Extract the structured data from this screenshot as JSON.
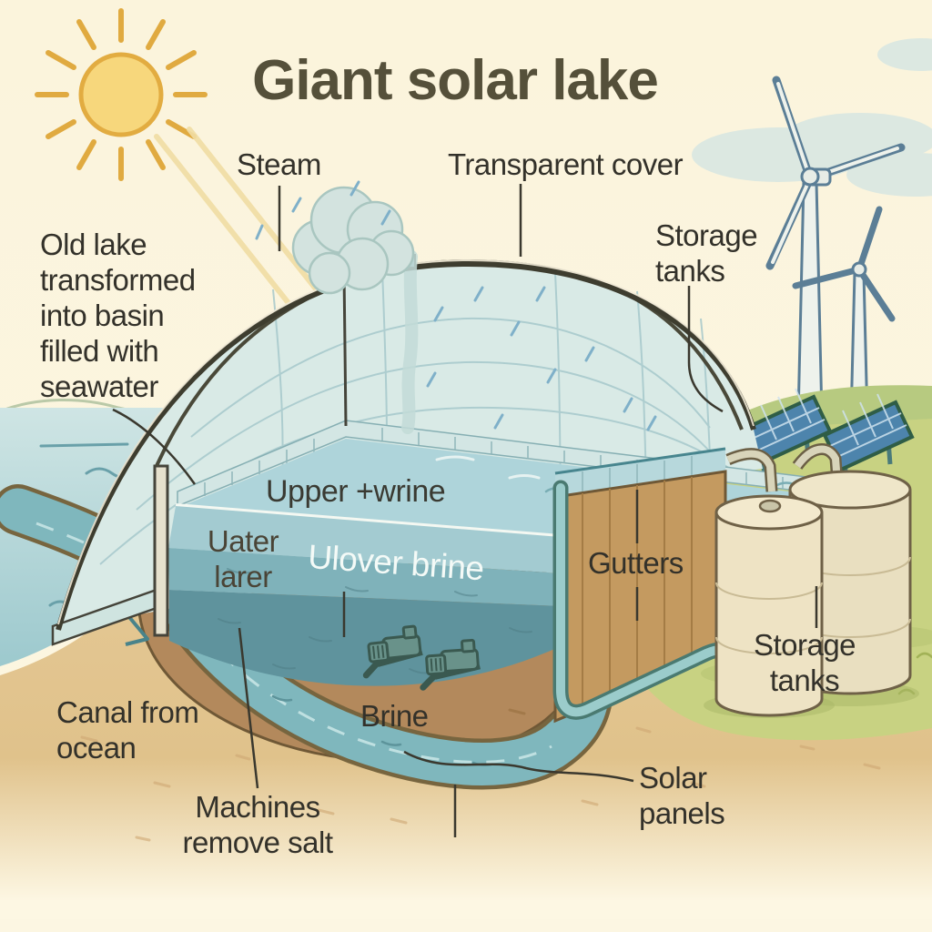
{
  "title": "Giant solar lake",
  "labels": {
    "steam": "Steam",
    "transparent_cover": "Transparent cover",
    "old_lake": "Old lake transformed into basin filled with seawater",
    "storage_tanks_top": "Storage tanks",
    "upper_brine": "Upper +wrine",
    "water_layer": "Uater larer",
    "lower_brine": "Ulover brine",
    "gutters": "Gutters",
    "storage_tanks_bottom": "Storage tanks",
    "canal_from_ocean": "Canal from ocean",
    "brine": "Brine",
    "machines_remove_salt": "Machines remove salt",
    "solar_panels": "Solar panels"
  },
  "icons": {
    "sun": "sun-icon",
    "wind_turbines": "wind-turbine-icon",
    "solar_panels": "solar-panel-icon",
    "storage_tanks": "storage-tank-icon",
    "steam_cloud": "steam-cloud-icon",
    "salt_machines": "salt-machine-icon"
  },
  "colors": {
    "background": "#fbf4dc",
    "title_text": "#55503a",
    "label_text": "#33312a",
    "white_label_text": "#f4faf7",
    "sun": "#f7d77c",
    "cover": "#d9eae6",
    "water_surface": "#aed4da",
    "water_mid": "#7fb2ba",
    "water_dark": "#5f939d",
    "earth_brown": "#b3895c",
    "sand": "#e4c793",
    "canal_water": "#7fb7bd",
    "grass": "#c8d282",
    "wood_panel": "#c49a60",
    "tank": "#eee3c4"
  }
}
